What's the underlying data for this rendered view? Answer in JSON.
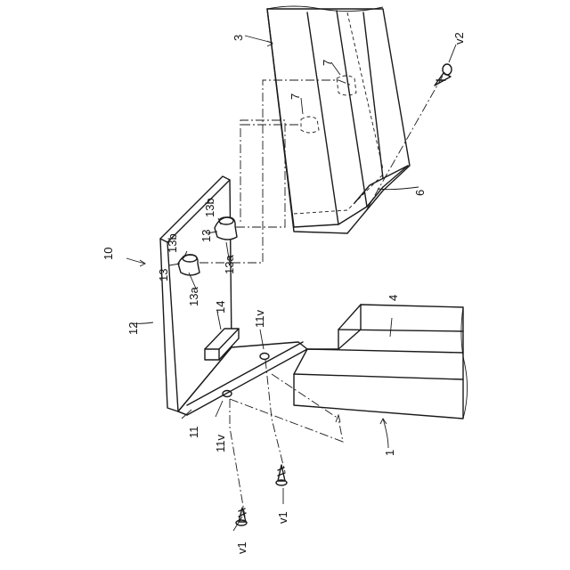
{
  "labels": {
    "ref_1": "1",
    "ref_3": "3",
    "ref_4": "4",
    "ref_6": "6",
    "ref_7a": "7",
    "ref_7b": "7",
    "ref_10": "10",
    "ref_11": "11",
    "ref_11v_a": "11v",
    "ref_11v_b": "11v",
    "ref_12": "12",
    "ref_13_a": "13",
    "ref_13_b": "13",
    "ref_13a_a": "13a",
    "ref_13a_b": "13a",
    "ref_13b_a": "13b",
    "ref_13b_b": "13b",
    "ref_14": "14",
    "ref_v1_a": "v1",
    "ref_v1_b": "v1",
    "ref_v2": "v2"
  }
}
